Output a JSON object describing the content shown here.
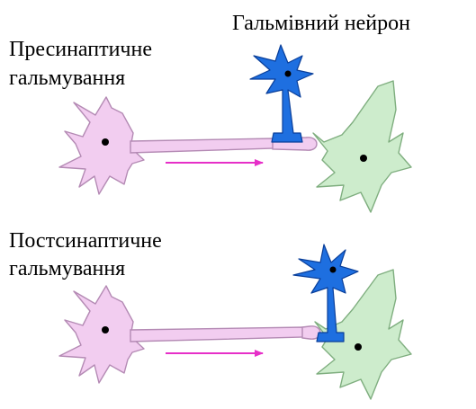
{
  "labels": {
    "inhibitory_neuron": "Гальмівний нейрон",
    "presynaptic_line1": "Пресинаптичне",
    "presynaptic_line2": "гальмування",
    "postsynaptic_line1": "Постсинаптичне",
    "postsynaptic_line2": "гальмування"
  },
  "colors": {
    "presynaptic_neuron_fill": "#f2cdf0",
    "presynaptic_neuron_stroke": "#b48ab4",
    "postsynaptic_neuron_fill": "#cdeccc",
    "postsynaptic_neuron_stroke": "#7fae7f",
    "inhibitory_neuron_fill": "#1e6fe0",
    "inhibitory_neuron_stroke": "#0a3f9a",
    "signal_arrow": "#e62fc8",
    "nucleus": "#000000"
  },
  "icons": {
    "arrow": "signal-direction-arrow",
    "neuron": "neuron-cell"
  }
}
